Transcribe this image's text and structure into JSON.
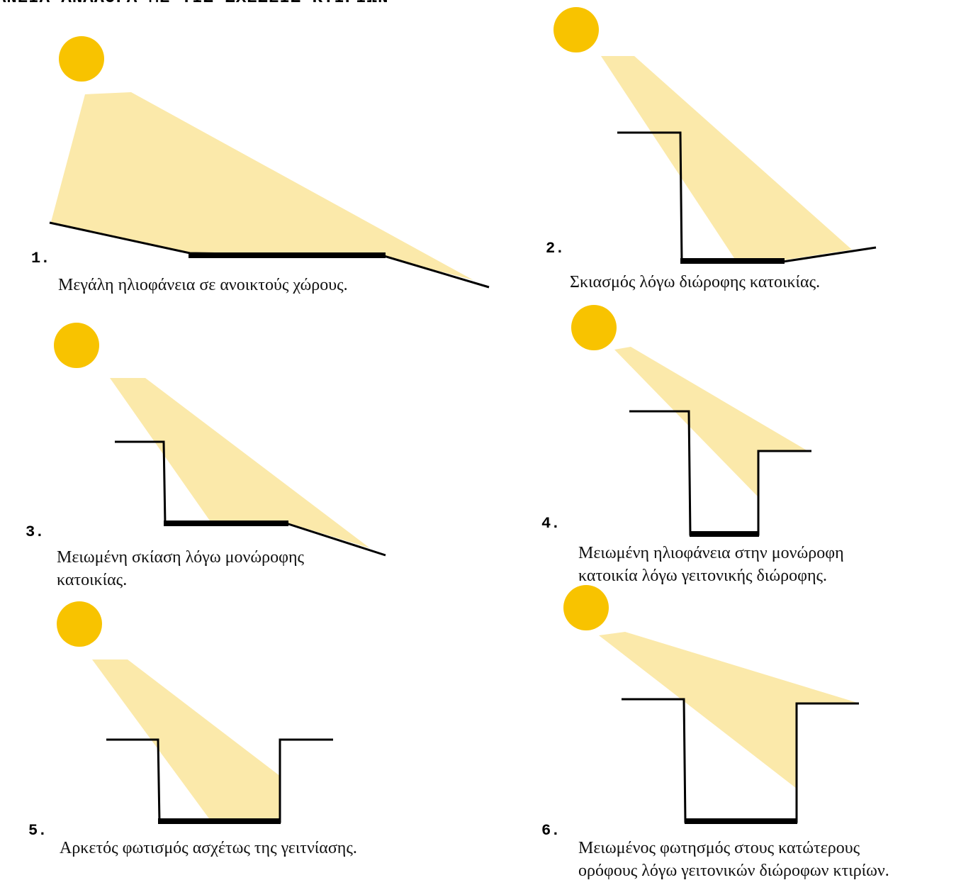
{
  "title": "ΑΝΕΙΑ ΑΝΑΛΟΓΑ ΜΕ ΤΙΣ ΣΧΕΣΕΙΣ ΚΤΙΡΙΩΝ",
  "colors": {
    "sun": "#f8c300",
    "light": "#fbe9aa",
    "line": "#000000"
  },
  "panels": [
    {
      "number": "1.",
      "caption": [
        "Μεγάλη ηλιοφάνεια σε ανοικτούς χώρους."
      ]
    },
    {
      "number": "2.",
      "caption": [
        "Σκιασμός λόγω διώροφης κατοικίας."
      ]
    },
    {
      "number": "3.",
      "caption": [
        "Μειωμένη σκίαση λόγω μονώροφης",
        "κατοικίας."
      ]
    },
    {
      "number": "4.",
      "caption": [
        "Μειωμένη ηλιοφάνεια στην μονώροφη",
        "κατοικία λόγω γειτονικής διώροφης."
      ]
    },
    {
      "number": "5.",
      "caption": [
        "Αρκετός φωτισμός ασχέτως της γειτνίασης."
      ]
    },
    {
      "number": "6.",
      "caption": [
        "Μειωμένος φωτησμός στους κατώτερους",
        "ορόφους λόγω γειτονικών διώροφων κτιρίων."
      ]
    }
  ]
}
